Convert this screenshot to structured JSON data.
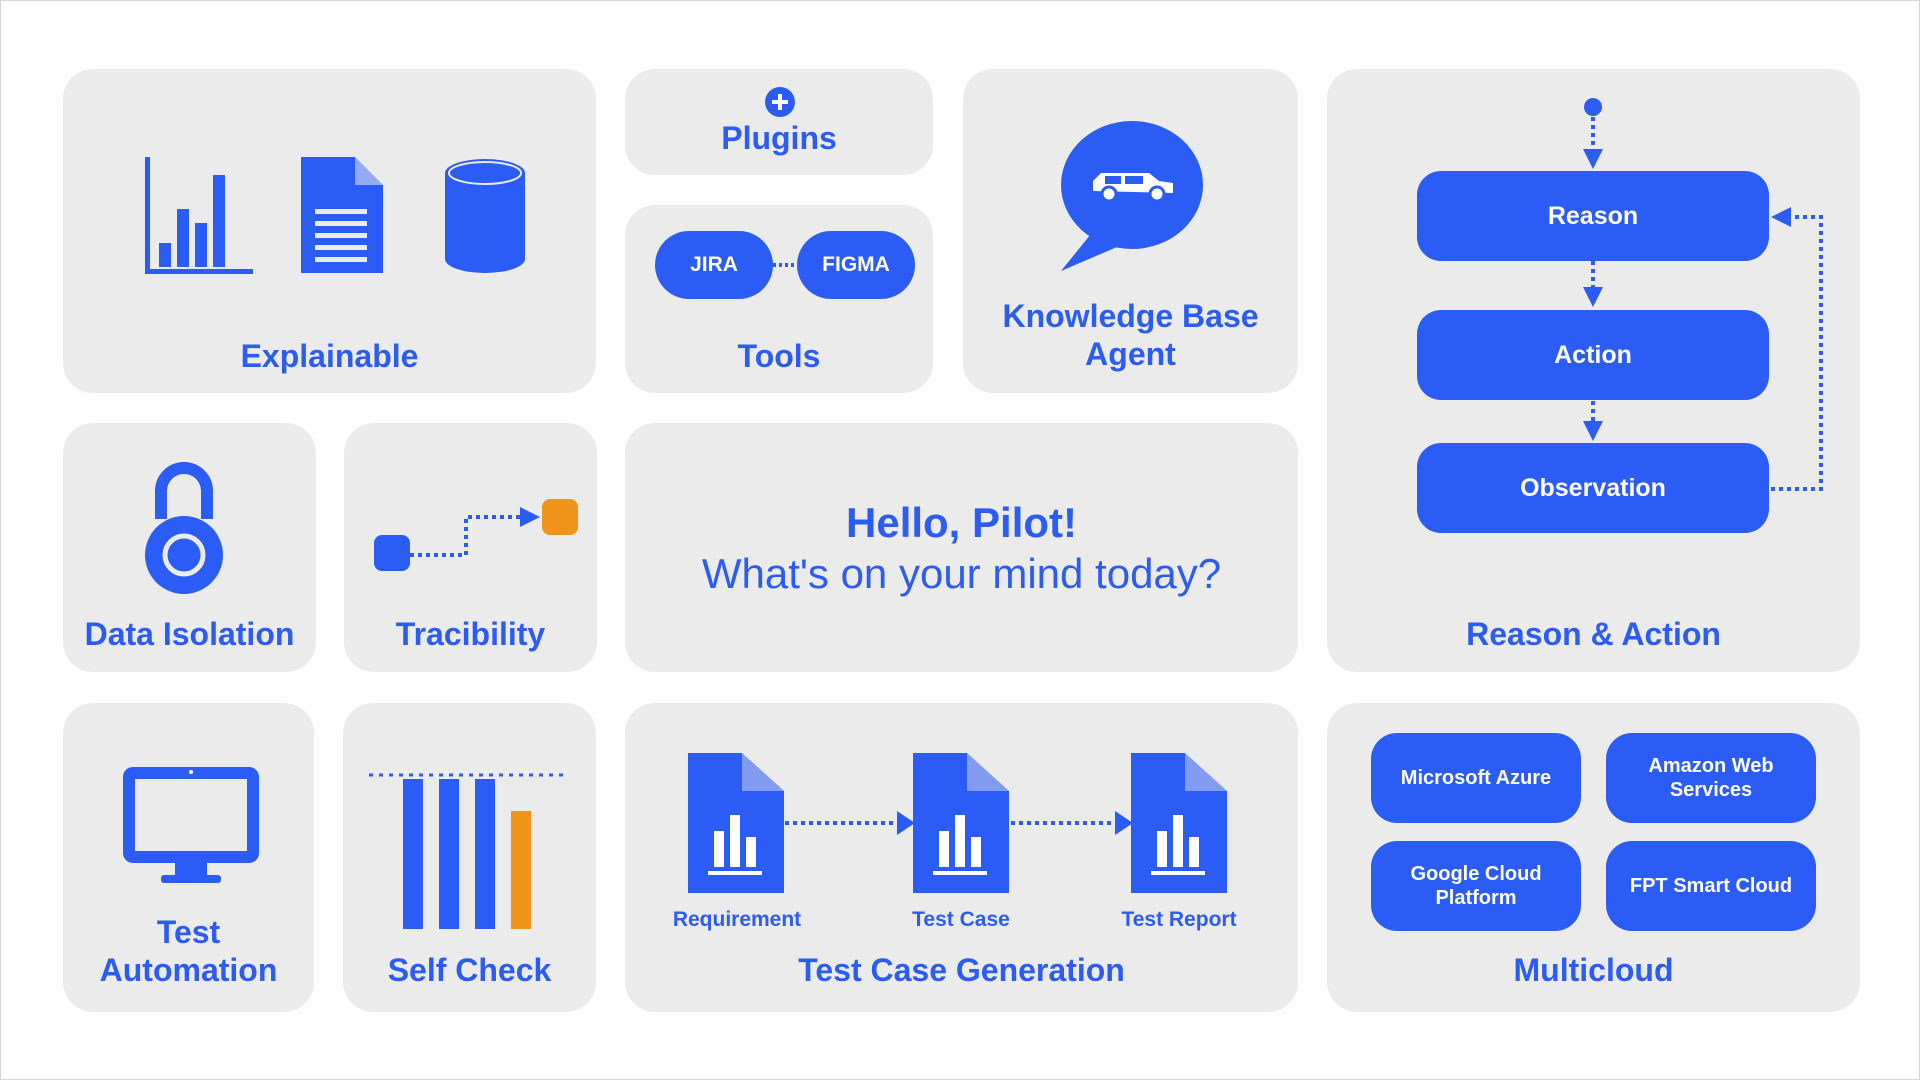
{
  "colors": {
    "accent": "#2b5cf5",
    "highlight": "#f0931a",
    "card": "#ebebeb"
  },
  "explainable": {
    "label": "Explainable",
    "icons": [
      "bar-chart-icon",
      "document-icon",
      "database-icon"
    ]
  },
  "plugins": {
    "label": "Plugins",
    "icon": "plus-circle-icon"
  },
  "tools": {
    "label": "Tools",
    "items": [
      "JIRA",
      "FIGMA"
    ]
  },
  "knowledge_base": {
    "label_line1": "Knowledge Base",
    "label_line2": "Agent",
    "icon": "speech-bubble-car-icon"
  },
  "react": {
    "label": "Reason & Action",
    "steps": [
      "Reason",
      "Action",
      "Observation"
    ]
  },
  "data_isolation": {
    "label": "Data Isolation",
    "icon": "padlock-icon"
  },
  "tracibility": {
    "label": "Tracibility",
    "icon": "trace-path-icon"
  },
  "hello": {
    "title": "Hello, Pilot!",
    "subtitle": "What's on your mind today?"
  },
  "test_automation": {
    "label_line1": "Test",
    "label_line2": "Automation",
    "icon": "monitor-icon"
  },
  "self_check": {
    "label": "Self Check",
    "icon": "bars-threshold-icon"
  },
  "test_case_generation": {
    "label": "Test Case Generation",
    "docs": [
      "Requirement",
      "Test Case",
      "Test Report"
    ]
  },
  "multicloud": {
    "label": "Multicloud",
    "providers": [
      {
        "line1": "Microsoft Azure",
        "line2": ""
      },
      {
        "line1": "Amazon Web",
        "line2": "Services"
      },
      {
        "line1": "Google Cloud",
        "line2": "Platform"
      },
      {
        "line1": "FPT Smart Cloud",
        "line2": ""
      }
    ]
  }
}
